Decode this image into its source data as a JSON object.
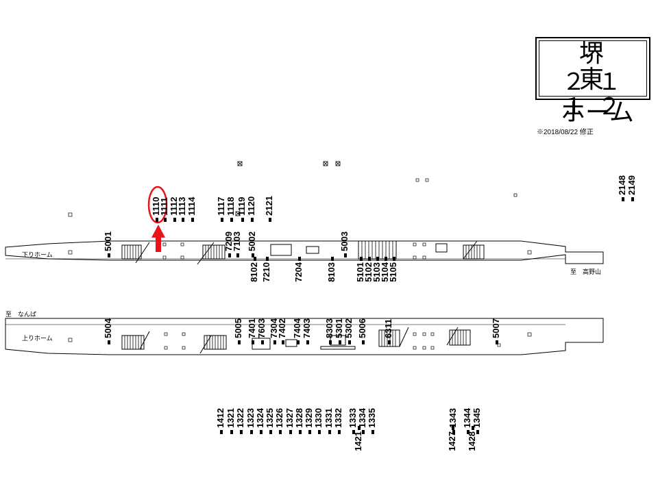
{
  "header": {
    "station_name": "堺東",
    "station_code": "２１１２",
    "area_label": "ホーム",
    "revision_note": "※2018/08/22 修正"
  },
  "platforms": {
    "down": {
      "label": "下りホーム",
      "direction": "至　高野山"
    },
    "up": {
      "label": "上りホーム",
      "direction": "至　なんば"
    }
  },
  "highlight": {
    "code": "1110",
    "color": "#e8141a"
  },
  "codes": {
    "top_row": [
      "1110",
      "1111",
      "1112",
      "1113",
      "1114",
      "1117",
      "1118",
      "1119",
      "1120",
      "2121"
    ],
    "right_top": [
      "2148",
      "2149"
    ],
    "down_upper": [
      "5001",
      "7209",
      "7103",
      "5002",
      "5003"
    ],
    "down_lower": [
      "8102",
      "7210",
      "7204",
      "8103",
      "5101",
      "5102",
      "5103",
      "5104",
      "5105"
    ],
    "up_upper": [
      "5004",
      "5005",
      "7401",
      "7603",
      "7304",
      "7402",
      "7404",
      "7403",
      "8303",
      "5301",
      "5302",
      "5006",
      "6311",
      "5007"
    ],
    "bottom": [
      "1412",
      "1321",
      "1322",
      "1323",
      "1324",
      "1325",
      "1326",
      "1327",
      "1328",
      "1329",
      "1330",
      "1331",
      "1332",
      "1333",
      "1334",
      "1335",
      "1343",
      "1344",
      "1345"
    ],
    "bottom_low": [
      "1421",
      "1427",
      "1428"
    ]
  }
}
